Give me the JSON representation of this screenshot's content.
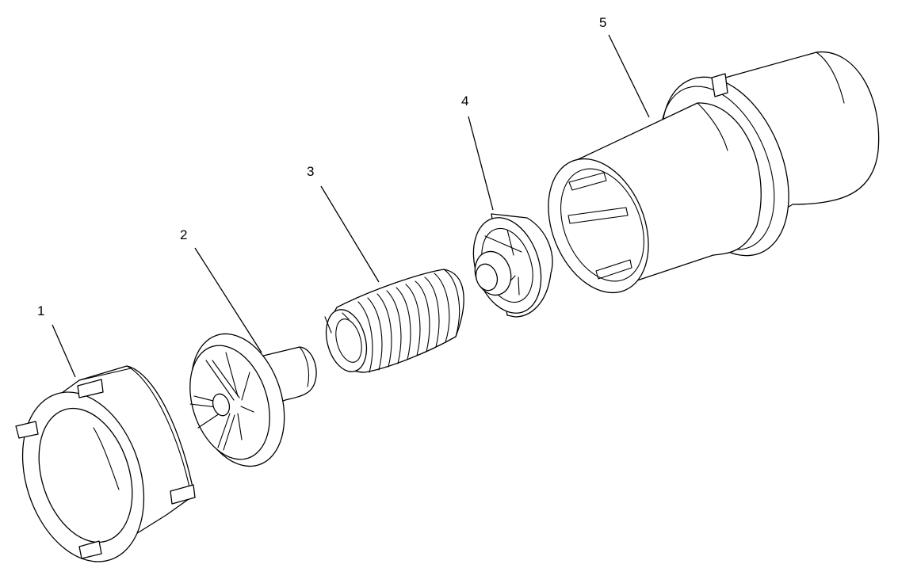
{
  "callouts": [
    "1",
    "2",
    "3",
    "4",
    "5"
  ],
  "colors": {
    "line": "#000000",
    "fill": "#ffffff",
    "background": "#ffffff"
  }
}
